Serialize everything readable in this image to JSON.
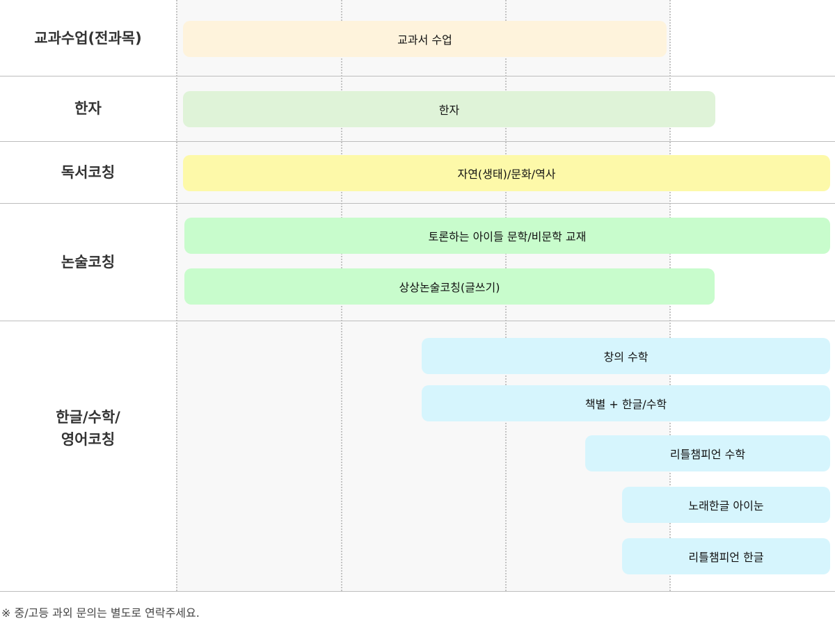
{
  "colors": {
    "textbook": "#fef3dc",
    "hanja": "#dff3d8",
    "reading": "#fdf9a9",
    "essay": "#c8fccc",
    "coaching": "#d6f5fd"
  },
  "rows": [
    {
      "label": "교과수업(전과목)",
      "bars": [
        "교과서 수업"
      ]
    },
    {
      "label": "한자",
      "bars": [
        "한자"
      ]
    },
    {
      "label": "독서코칭",
      "bars": [
        "자연(생태)/문화/역사"
      ]
    },
    {
      "label": "논술코칭",
      "bars": [
        "토론하는 아이들 문학/비문학 교재",
        "상상논술코칭(글쓰기)"
      ]
    },
    {
      "label": "한글/수학/\n영어코칭",
      "bars": [
        "창의 수학",
        "책별 + 한글/수학",
        "리틀챔피언 수학",
        "노래한글 아이눈",
        "리틀챔피언 한글"
      ]
    }
  ],
  "footer": "※ 중/고등 과외 문의는 별도로 연락주세요."
}
